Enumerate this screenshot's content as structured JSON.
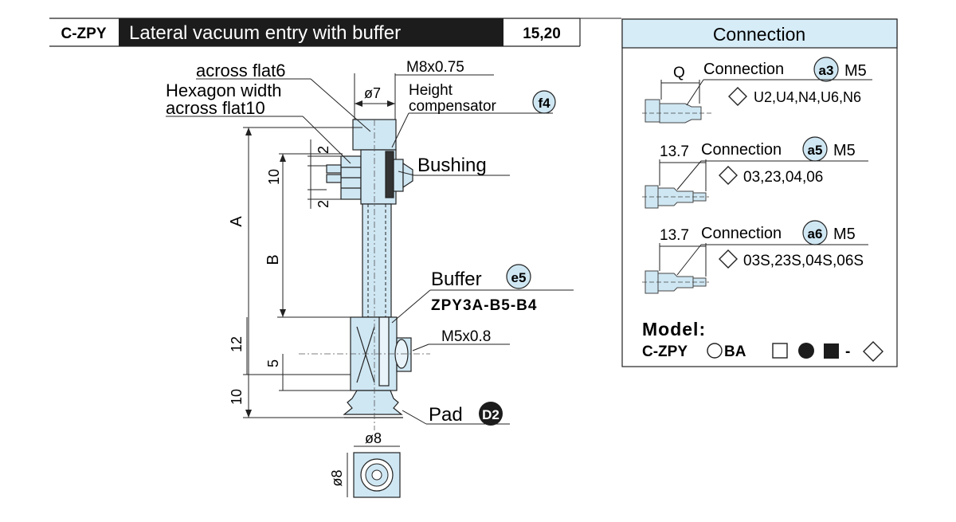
{
  "header": {
    "code": "C-ZPY",
    "title": "Lateral vacuum entry with buffer",
    "sizes": "15,20"
  },
  "main": {
    "labels": {
      "hex_small": "across flat6",
      "hex_large_1": "Hexagon width",
      "hex_large_2": "across flat10",
      "thread_top": "M8x0.75",
      "dia_top": "ø7",
      "height_comp_1": "Height",
      "height_comp_2": "compensator",
      "height_comp_code": "f4",
      "bushing": "Bushing",
      "buffer": "Buffer",
      "buffer_code": "e5",
      "buffer_part": "ZPY3A-B5-B4",
      "port_thread": "M5x0.8",
      "pad": "Pad",
      "pad_code": "D2",
      "bottom_dia_w": "ø8",
      "bottom_dia_h": "ø8"
    },
    "dimensions": {
      "A": "A",
      "B": "B",
      "d2_top": "2",
      "d10": "10",
      "d2_bottom": "2",
      "d12": "12",
      "d5": "5",
      "d10_bottom": "10"
    }
  },
  "connection": {
    "title": "Connection",
    "items": [
      {
        "dim": "Q",
        "label": "Connection",
        "code": "a3",
        "thread": "M5",
        "options": "U2,U4,N4,U6,N6"
      },
      {
        "dim": "13.7",
        "label": "Connection",
        "code": "a5",
        "thread": "M5",
        "options": "03,23,04,06"
      },
      {
        "dim": "13.7",
        "label": "Connection",
        "code": "a6",
        "thread": "M5",
        "options": "03S,23S,04S,06S"
      }
    ],
    "model_label": "Model:",
    "model_prefix": "C-ZPY",
    "model_ba": "BA",
    "model_dash": "-"
  },
  "colors": {
    "part_fill": "#cfe7f3",
    "header_dark": "#1c1c1c",
    "panel_header": "#d6ecf7",
    "badge_fill": "#cfe7f3"
  }
}
